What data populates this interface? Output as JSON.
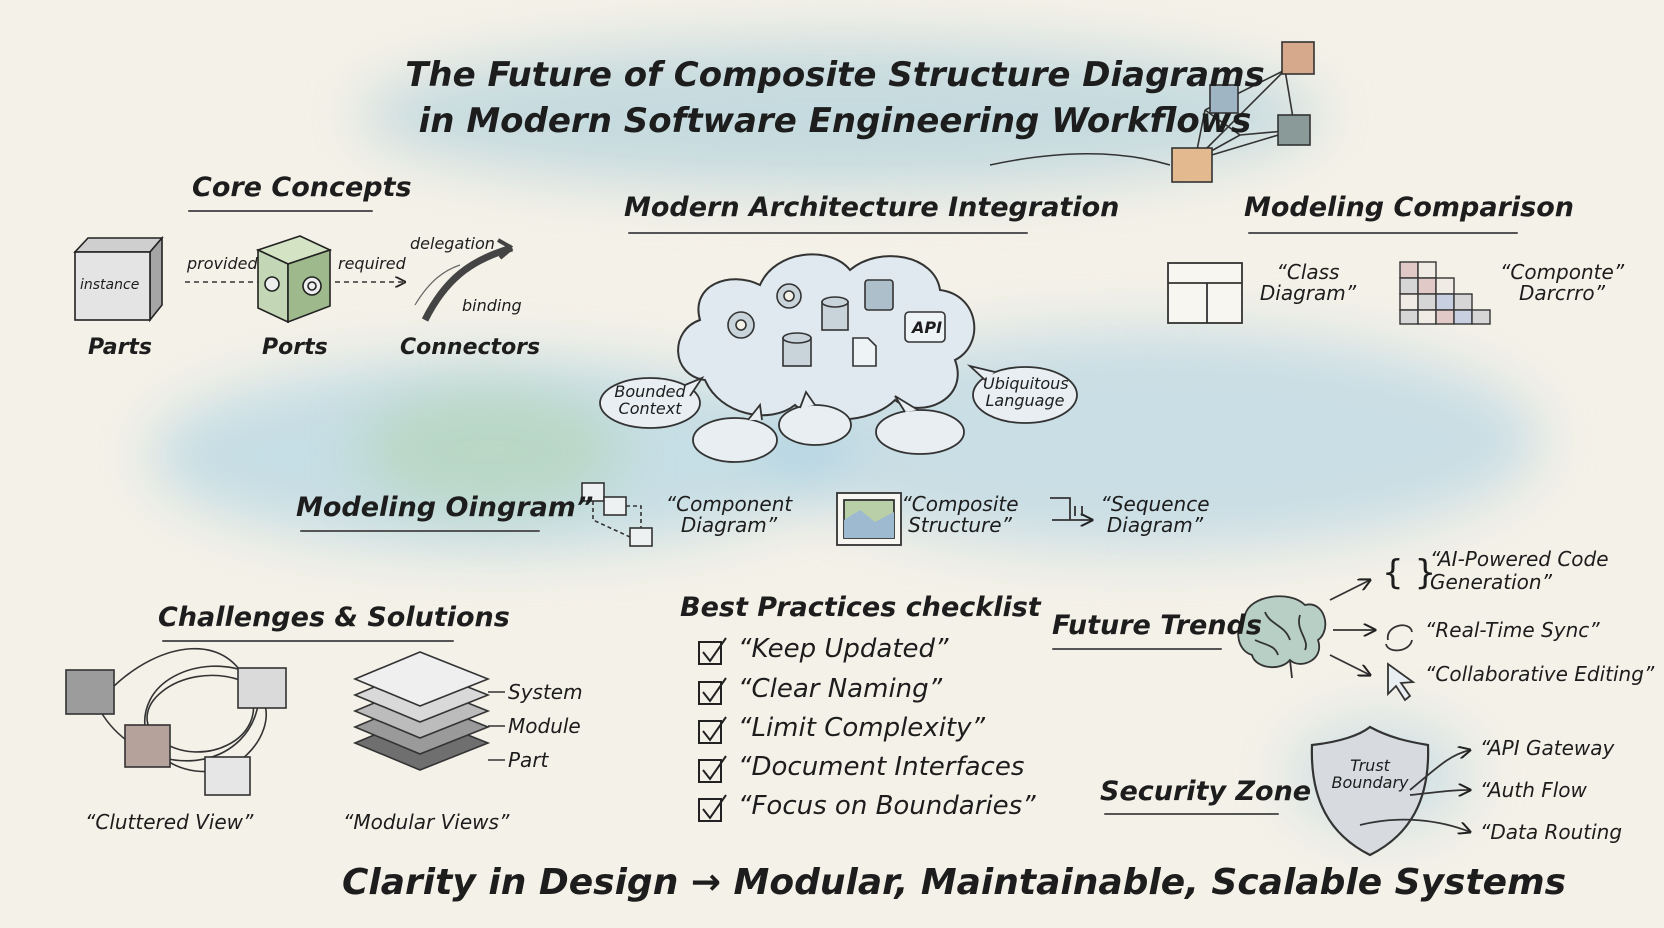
{
  "title": {
    "line1": "The Future of Composite Structure Diagrams",
    "line2": "in Modern Software Engineering Workflows"
  },
  "core": {
    "heading": "Core Concepts",
    "instance": "instance",
    "provided": "provided",
    "required": "required",
    "delegation": "delegation",
    "binding": "binding",
    "parts": "Parts",
    "ports": "Ports",
    "connectors": "Connectors"
  },
  "arch": {
    "heading": "Modern Architecture Integration",
    "api": "API",
    "bounded": "Bounded\nContext",
    "ubiquitous": "Ubiquitous\nLanguage"
  },
  "comparison": {
    "heading": "Modeling Comparison",
    "class_diagram": "“Class\nDiagram”",
    "composite": "“Componte”\nDarcrro”"
  },
  "modeling": {
    "heading": "Modeling Oingram”",
    "component": "“Component\nDiagram”",
    "composite": "“Composite\nStructure”",
    "sequence": "“Sequence\nDiagram”"
  },
  "challenges": {
    "heading": "Challenges & Solutions",
    "system": "System",
    "module": "Module",
    "part": "Part",
    "cluttered": "“Cluttered View”",
    "modular": "“Modular Views”"
  },
  "checklist": {
    "heading": "Best Practices checklist",
    "items": [
      "“Keep Updated”",
      "“Clear Naming”",
      "“Limit Complexity”",
      "“Document Interfaces",
      "“Focus on Boundaries”"
    ]
  },
  "trends": {
    "heading": "Future Trends",
    "items": [
      "“AI-Powered Code\nGeneration”",
      "“Real-Time Sync”",
      "“Collaborative Editing”"
    ]
  },
  "security": {
    "heading": "Security Zone",
    "shield": "Trust\nBoundary",
    "items": [
      "“API Gateway",
      "“Auth Flow",
      "“Data Routing"
    ]
  },
  "footer": "Clarity in Design → Modular, Maintainable, Scalable Systems",
  "colors": {
    "paper": "#f4f1e8",
    "wash_blue": "#a9cfe0",
    "wash_green": "#b9d6b5",
    "ink": "#1d1d1d"
  }
}
